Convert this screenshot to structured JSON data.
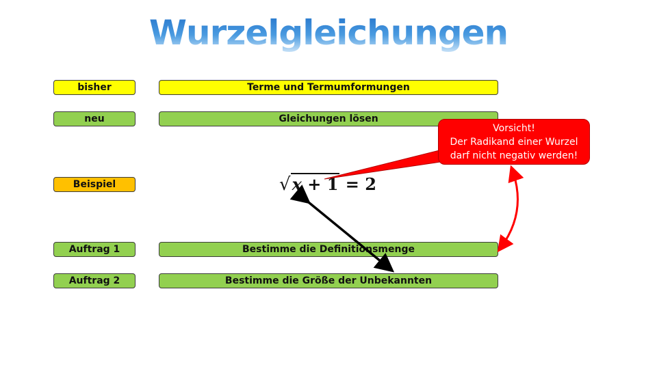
{
  "title": "Wurzelgleichungen",
  "rows": {
    "bisher": {
      "label": "bisher",
      "content": "Terme und Termumformungen"
    },
    "neu": {
      "label": "neu",
      "content": "Gleichungen lösen"
    },
    "beispiel": {
      "label": "Beispiel"
    },
    "auftrag1": {
      "label": "Auftrag 1",
      "content": "Bestimme die Definitionsmenge"
    },
    "auftrag2": {
      "label": "Auftrag 2",
      "content": "Bestimme die Größe der Unbekannten"
    }
  },
  "equation": {
    "radical": "√",
    "variable": "x",
    "radicand_rest": " + 1",
    "rhs": " = 2"
  },
  "callout": {
    "line1": "Vorsicht!",
    "line2": "Der Radikand einer Wurzel",
    "line3": "darf nicht negativ werden!"
  },
  "colors": {
    "yellow": "#ffff00",
    "green": "#92d050",
    "orange": "#ffc000",
    "callout_red": "#ff0000",
    "title_blue": "#2f7fd0"
  }
}
